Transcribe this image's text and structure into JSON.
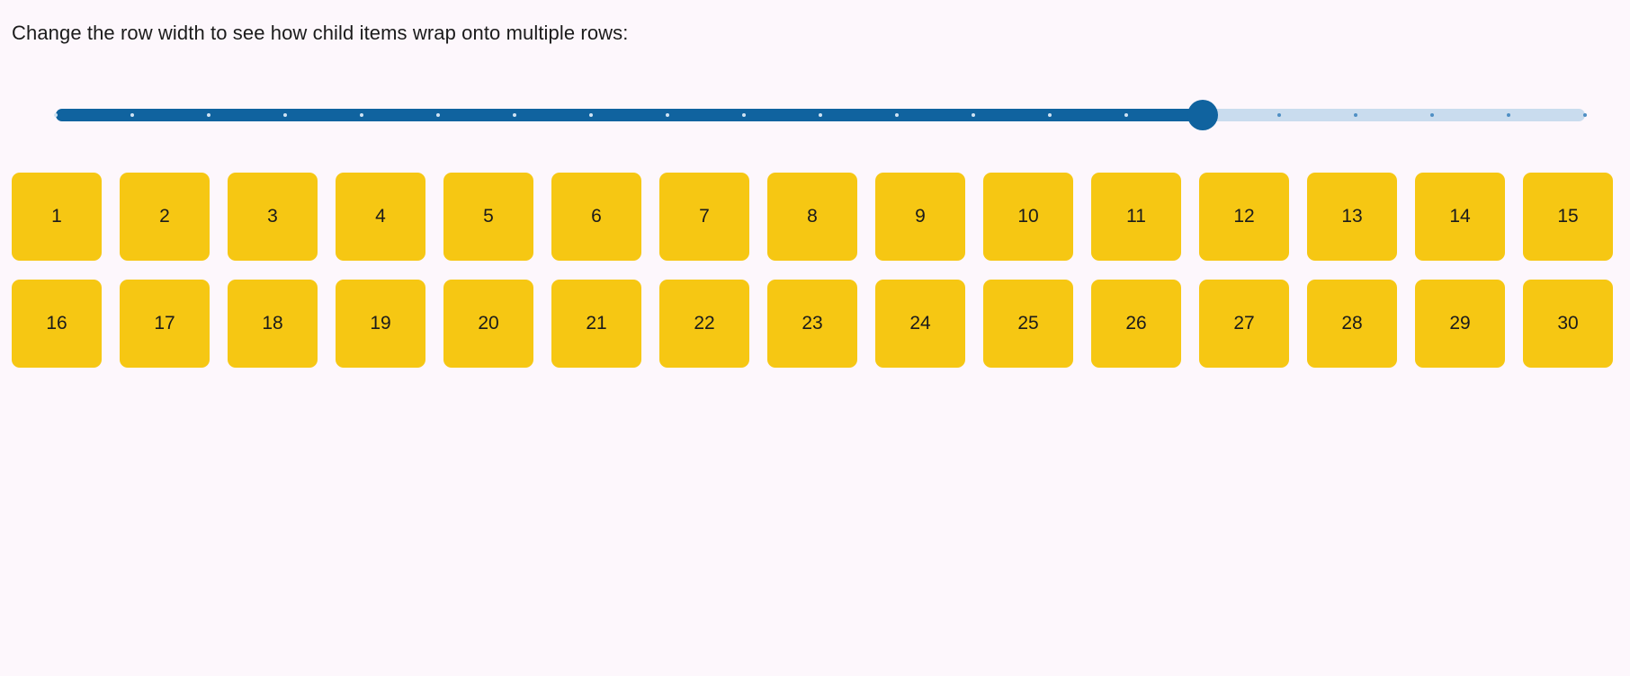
{
  "page": {
    "background_color": "#fdf7fc",
    "heading": "Change the row width to see how child items wrap onto multiple rows:"
  },
  "slider": {
    "name": "row-width-slider",
    "min": 0,
    "max": 100,
    "value": 75,
    "orientation": "horizontal",
    "tick_count": 21,
    "fill_color": "#10639f",
    "rail_color": "#c9dcee",
    "thumb_color": "#10639f",
    "fill_tick_color": "#cfe3f3",
    "rail_tick_color": "#4f8fc4"
  },
  "items": {
    "tile_color": "#f6c713",
    "tile_text_color": "#1b1b1b",
    "labels": [
      "1",
      "2",
      "3",
      "4",
      "5",
      "6",
      "7",
      "8",
      "9",
      "10",
      "11",
      "12",
      "13",
      "14",
      "15",
      "16",
      "17",
      "18",
      "19",
      "20",
      "21",
      "22",
      "23",
      "24",
      "25",
      "26",
      "27",
      "28",
      "29",
      "30"
    ]
  }
}
